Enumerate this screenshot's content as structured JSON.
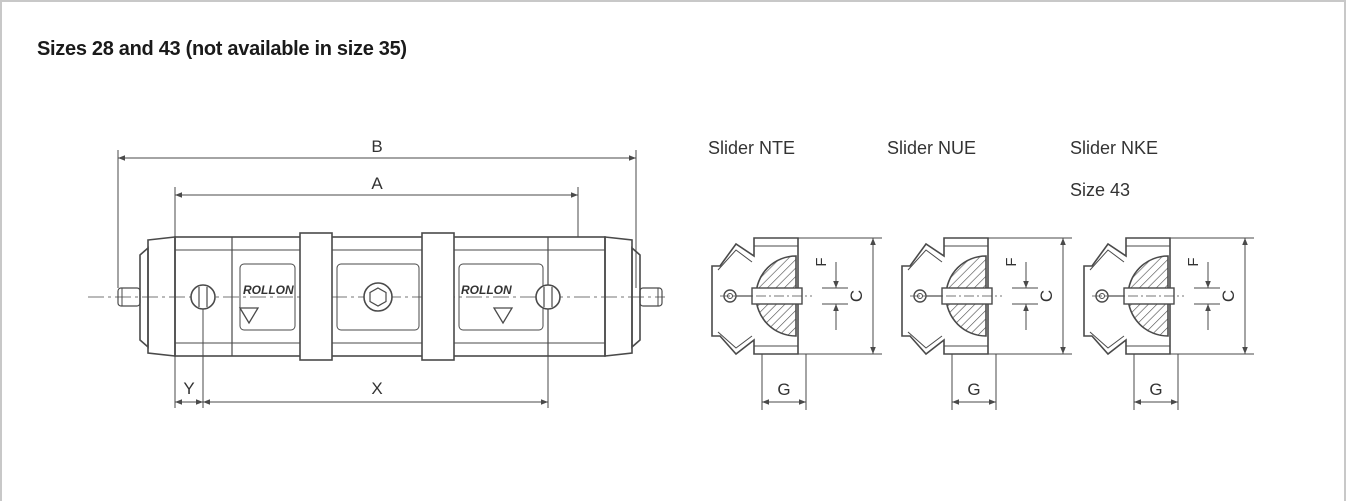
{
  "heading": "Sizes 28 and 43 (not available in size 35)",
  "captions": {
    "nte": "Slider NTE",
    "nue": "Slider NUE",
    "nke": "Slider NKE",
    "nke_size": "Size 43"
  },
  "dims": {
    "B": "B",
    "A": "A",
    "X": "X",
    "Y": "Y",
    "F": "F",
    "C": "C",
    "G": "G"
  },
  "logo": "ROLLON",
  "colors": {
    "line": "#4a4a4a",
    "frame": "#c8c8c8",
    "text": "#1a1a1a"
  }
}
